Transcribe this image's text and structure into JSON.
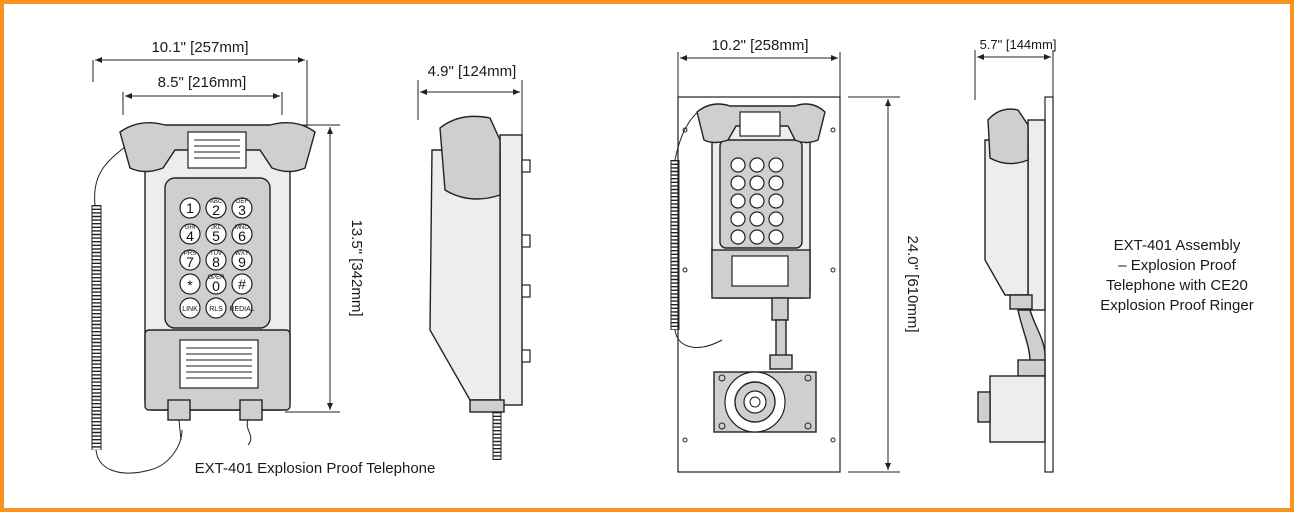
{
  "colors": {
    "frame": "#f7941d",
    "stroke": "#222222"
  },
  "dimensions": {
    "front_overall_width": "10.1\" [257mm]",
    "front_body_width": "8.5\" [216mm]",
    "front_height": "13.5\" [342mm]",
    "side_depth": "4.9\" [124mm]",
    "assembly_width": "10.2\" [258mm]",
    "assembly_height": "24.0\" [610mm]",
    "assembly_depth": "5.7\" [144mm]"
  },
  "captions": {
    "telephone": "EXT-401 Explosion Proof Telephone",
    "assembly_line1": "EXT-401 Assembly",
    "assembly_line2": "– Explosion Proof",
    "assembly_line3": "Telephone with CE20",
    "assembly_line4": "Explosion Proof Ringer"
  },
  "keypad": {
    "keys": [
      "1",
      "2",
      "3",
      "4",
      "5",
      "6",
      "7",
      "8",
      "9",
      "*",
      "0",
      "#"
    ],
    "letters": [
      "",
      "ABC",
      "DEF",
      "GHI",
      "JKL",
      "MNO",
      "PRS",
      "TUV",
      "WXY",
      "",
      "OPER",
      ""
    ],
    "function_keys": [
      "LINK",
      "RLS",
      "REDIAL"
    ]
  }
}
